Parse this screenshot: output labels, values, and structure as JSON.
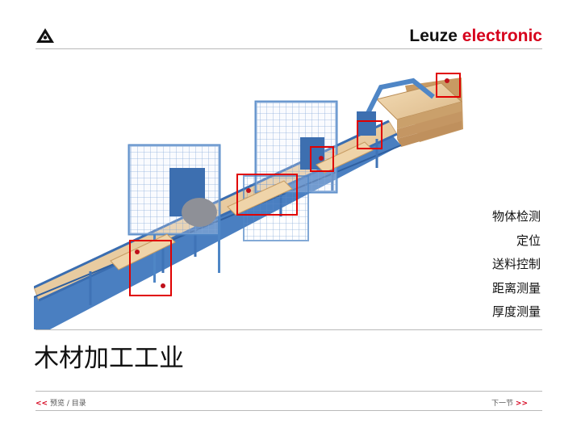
{
  "header": {
    "brand_name": "Leuze",
    "brand_accent": "electronic",
    "logo_icon": "leuze-logo-icon",
    "accent_color": "#d6001c"
  },
  "hero": {
    "highlight_color": "#e00000",
    "conveyor_color": "#4a7fc1"
  },
  "features": {
    "items": [
      "物体检测",
      "定位",
      "送料控制",
      "距离测量",
      "厚度测量"
    ]
  },
  "title": "木材加工工业",
  "footer": {
    "prev_arrow": "<<",
    "prev_label": "预览 / 目录",
    "next_label": "下一节",
    "next_arrow": ">>"
  }
}
